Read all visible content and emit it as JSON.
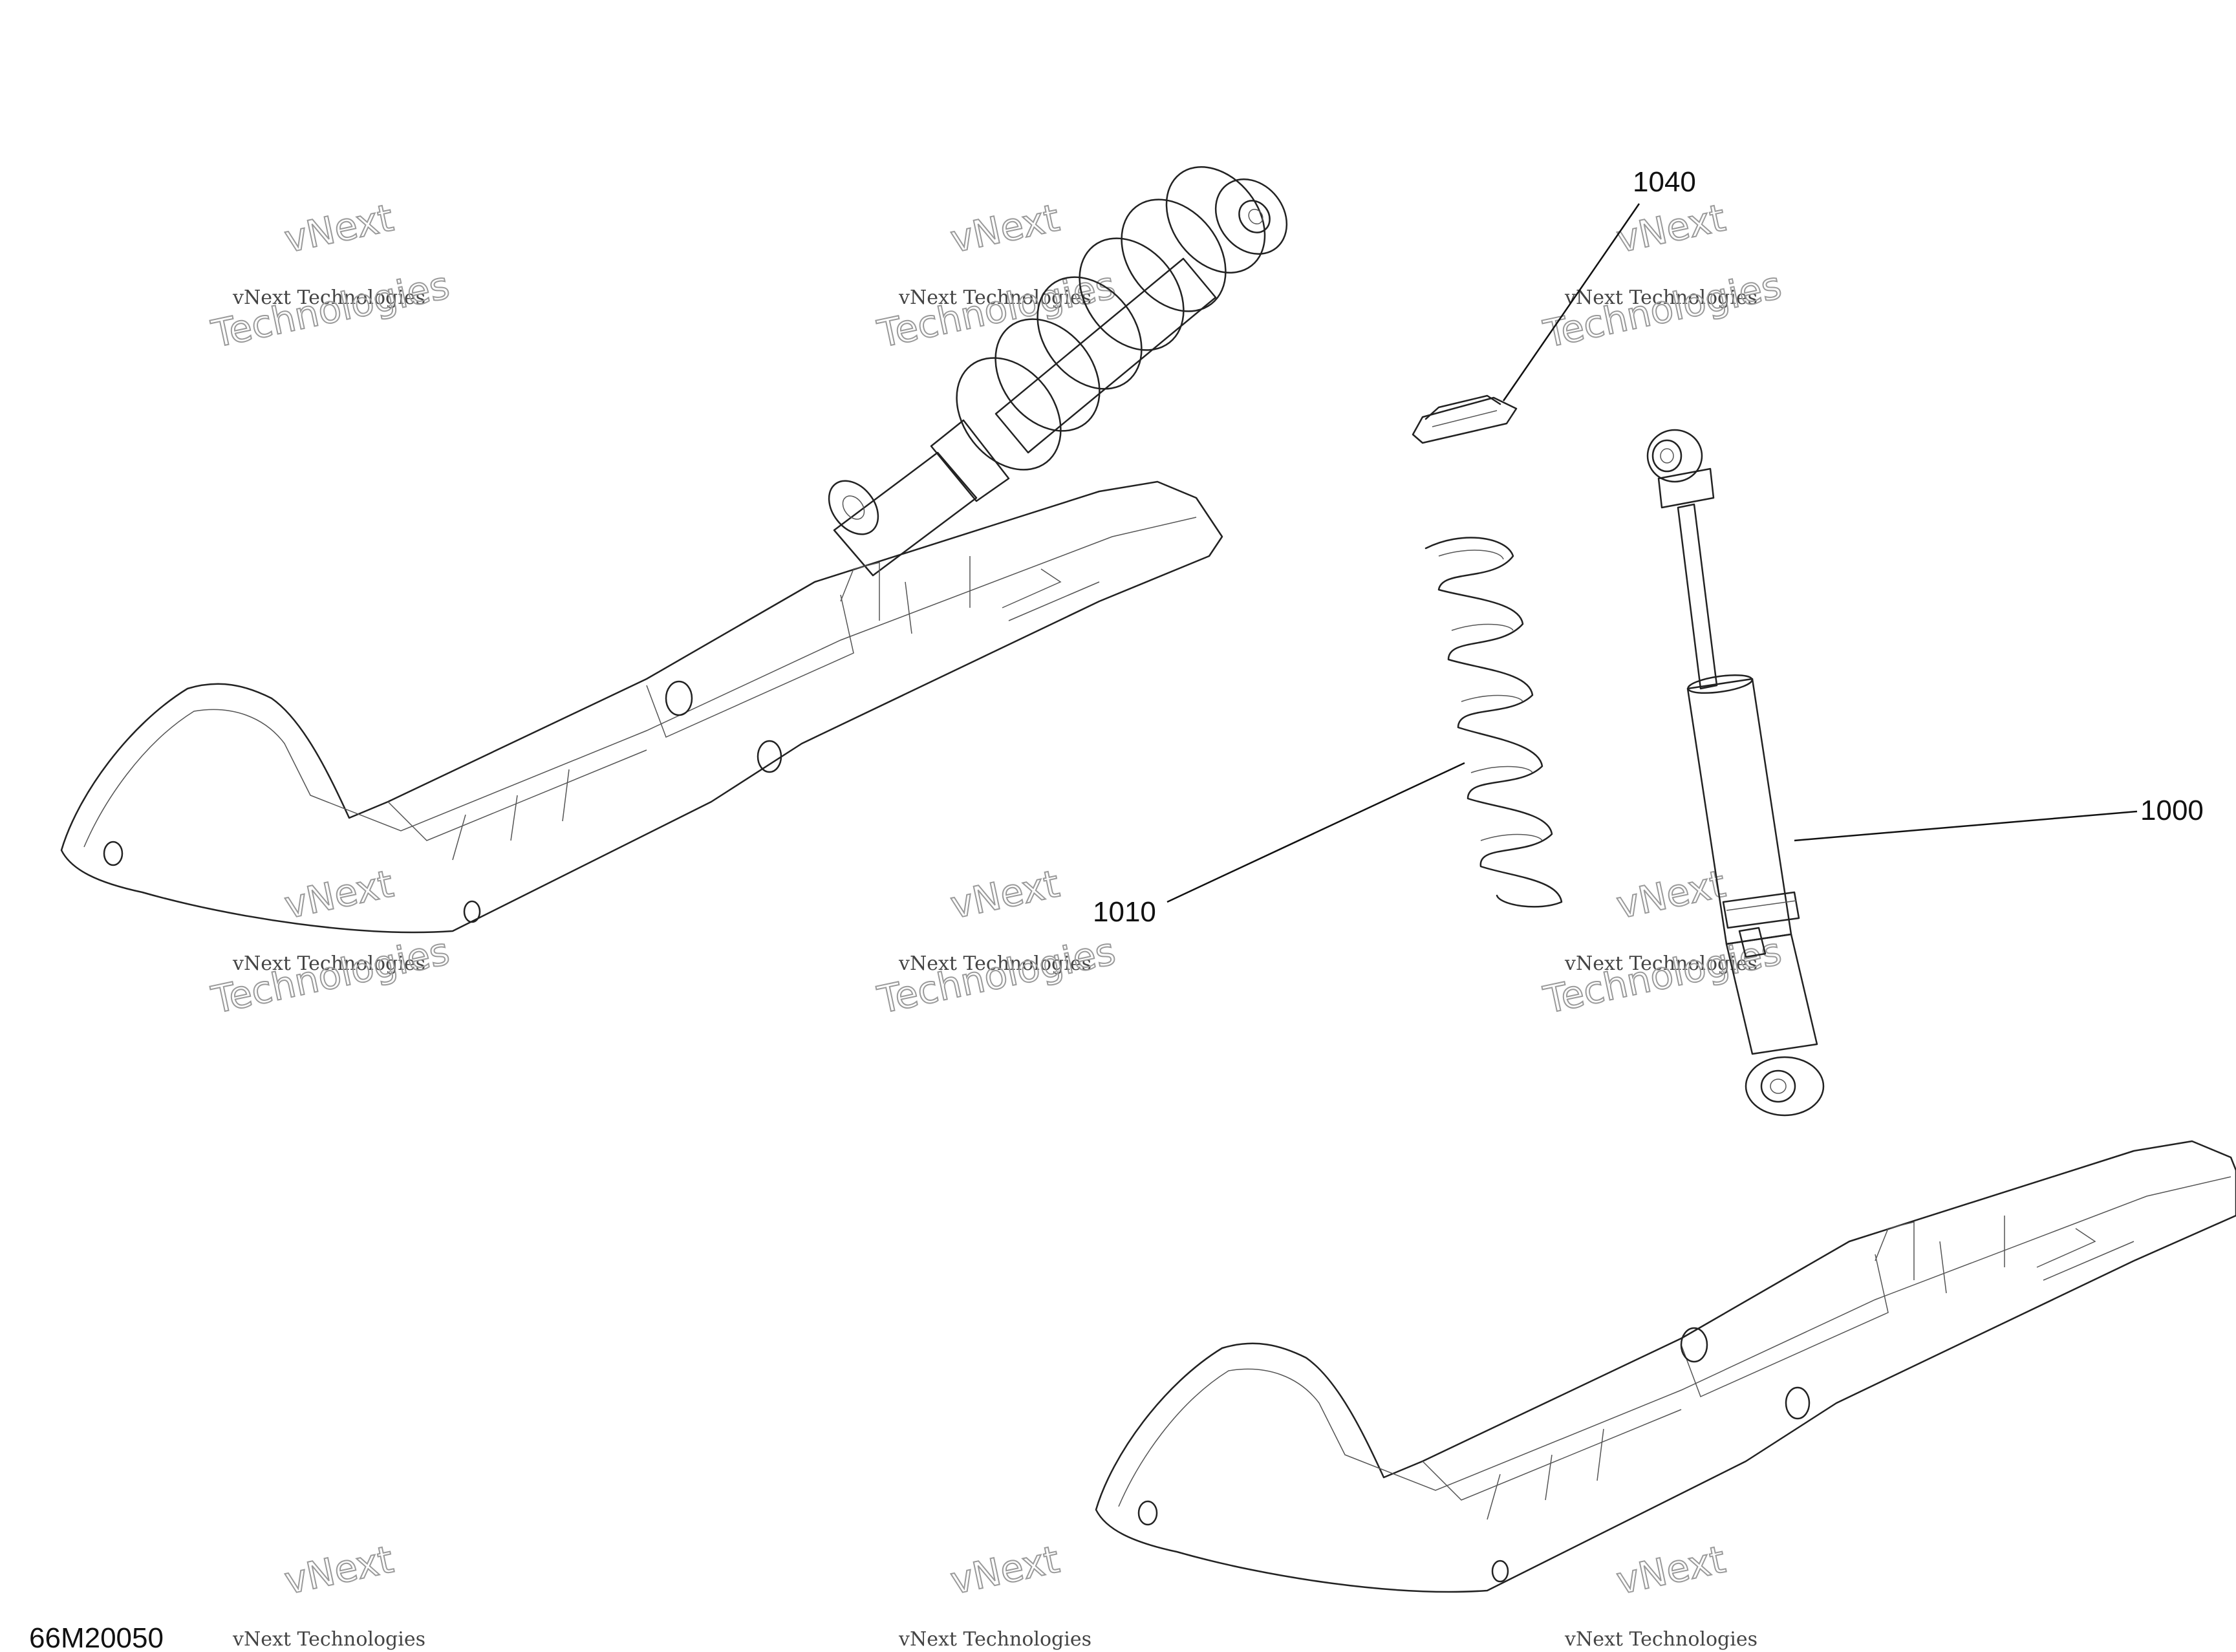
{
  "diagram_code": "66M20050",
  "callouts": [
    {
      "id": "1040",
      "label": "1040"
    },
    {
      "id": "1010",
      "label": "1010"
    },
    {
      "id": "1000",
      "label": "1000"
    }
  ],
  "watermark": {
    "line_small": "vNext Technologies",
    "line_big_1": "vNext",
    "line_big_2": "Technologies"
  },
  "parts": {
    "shock_assembly": "shock-assembly",
    "shock_absorber": "shock-absorber",
    "coil_spring": "coil-spring",
    "spring_cap": "spring-cap",
    "ski_left": "ski",
    "ski_right": "ski"
  }
}
